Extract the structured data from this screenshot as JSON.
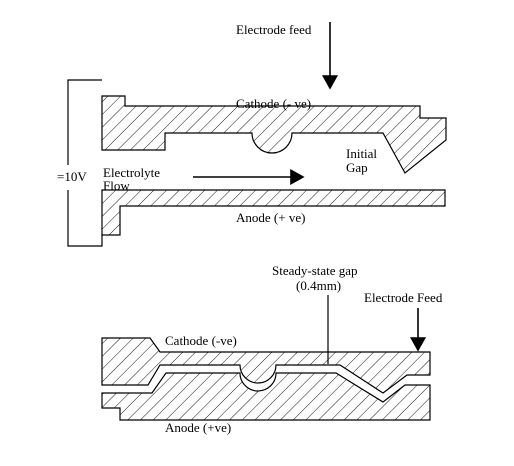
{
  "top_diagram": {
    "electrode_feed": "Electrode feed",
    "cathode": "Cathode (- ve)",
    "initial_gap_line1": "Initial",
    "initial_gap_line2": "Gap",
    "voltage": "=10V",
    "electrolyte_line1": "Electrolyte",
    "electrolyte_line2": "Flow",
    "anode": "Anode (+ ve)"
  },
  "bottom_diagram": {
    "steady_state_line1": "Steady-state gap",
    "steady_state_line2": "(0.4mm)",
    "electrode_feed": "Electrode Feed",
    "cathode": "Cathode (-ve)",
    "anode": "Anode (+ve)"
  }
}
